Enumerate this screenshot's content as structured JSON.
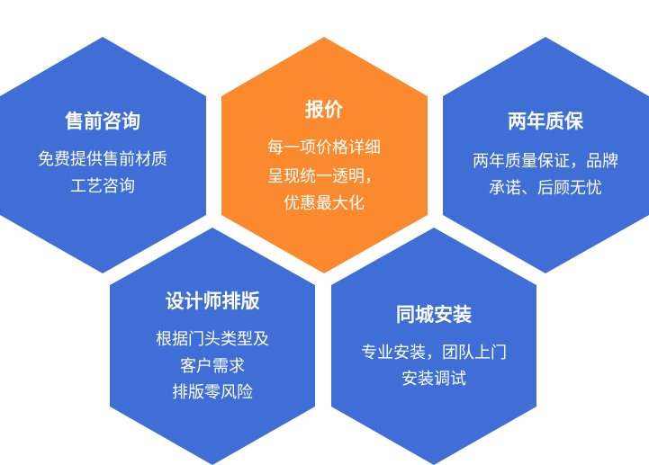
{
  "colors": {
    "blue": "#3F6FD6",
    "orange": "#FB8A2E",
    "text": "#FFFFFF"
  },
  "cards": [
    {
      "title": "售前咨询",
      "lines": [
        "免费提供售前材质",
        "工艺咨询"
      ]
    },
    {
      "title": "报价",
      "lines": [
        "每一项价格详细",
        "呈现统一透明，",
        "优惠最大化"
      ]
    },
    {
      "title": "两年质保",
      "lines": [
        "两年质量保证，品牌",
        "承诺、后顾无忧"
      ]
    },
    {
      "title": "设计师排版",
      "lines": [
        "根据门头类型及",
        "客户需求",
        "排版零风险"
      ]
    },
    {
      "title": "同城安装",
      "lines": [
        "专业安装，团队上门",
        "安装调试"
      ]
    }
  ]
}
